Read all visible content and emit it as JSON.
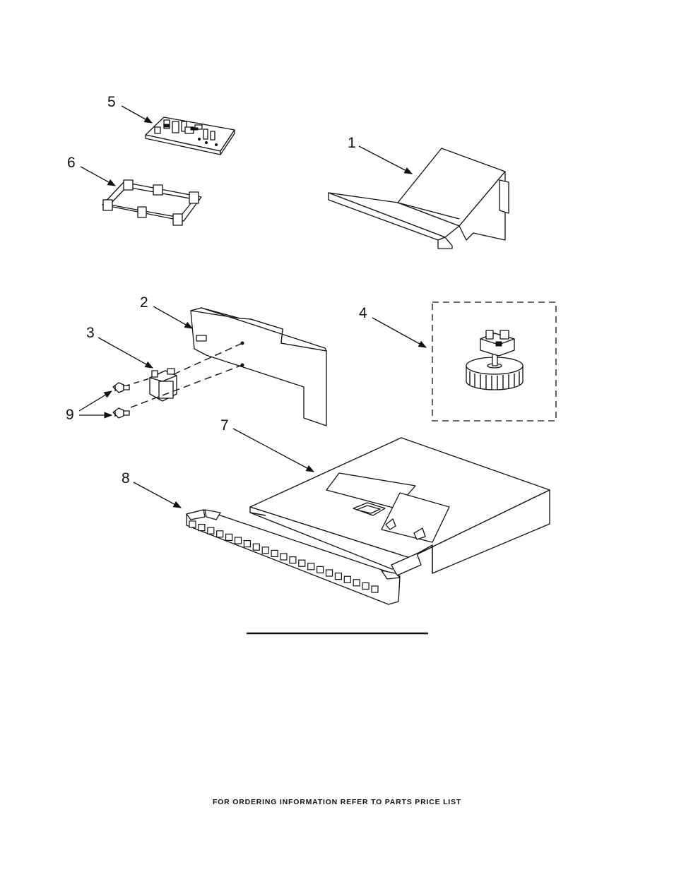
{
  "callouts": {
    "c1": "1",
    "c2": "2",
    "c3": "3",
    "c4": "4",
    "c5": "5",
    "c6": "6",
    "c7": "7",
    "c8": "8",
    "c9": "9"
  },
  "footer": {
    "text": "FOR ORDERING INFORMATION REFER TO PARTS PRICE LIST"
  },
  "colors": {
    "ink": "#111111",
    "paper": "#ffffff"
  },
  "icons": [
    "circuit-board-icon",
    "bracket-frame-icon",
    "duct-cover-icon",
    "panel-icon",
    "transformer-icon",
    "fan-motor-icon",
    "screw-icon",
    "vent-housing-icon",
    "grille-icon"
  ]
}
